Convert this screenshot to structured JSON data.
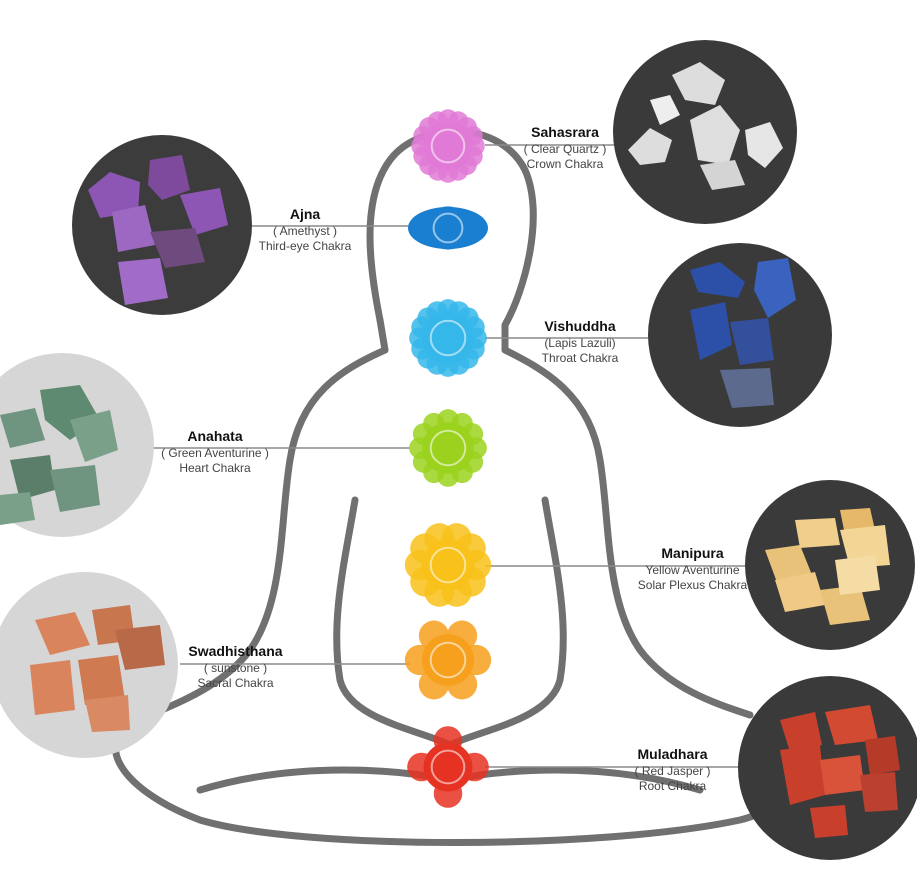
{
  "chakras": [
    {
      "id": "sahasrara",
      "name": "Sahasrara",
      "stone": "( Clear Quartz )",
      "title": "Crown Chakra",
      "color": "#e07ad6",
      "stone_color": "#e6e6e6"
    },
    {
      "id": "ajna",
      "name": "Ajna",
      "stone": "( Amethyst )",
      "title": "Third-eye Chakra",
      "color": "#1a7fd1",
      "stone_color": "#8d56b5"
    },
    {
      "id": "vishuddha",
      "name": "Vishuddha",
      "stone": "(Lapis Lazuli)",
      "title": "Throat Chakra",
      "color": "#35b7ea",
      "stone_color": "#2c4fa8"
    },
    {
      "id": "anahata",
      "name": "Anahata",
      "stone": "( Green Aventurine )",
      "title": "Heart Chakra",
      "color": "#9bd21e",
      "stone_color": "#6f9480"
    },
    {
      "id": "manipura",
      "name": "Manipura",
      "stone": "Yellow Aventurine",
      "title": "Solar Plexus Chakra",
      "color": "#f8c21a",
      "stone_color": "#e9c27a"
    },
    {
      "id": "swadhisthana",
      "name": "Swadhisthana",
      "stone": "( sunstone )",
      "title": "Sacral Chakra",
      "color": "#f6a01d",
      "stone_color": "#d9845c"
    },
    {
      "id": "muladhara",
      "name": "Muladhara",
      "stone": "( Red Jasper )",
      "title": "Root Chakra",
      "color": "#e63222",
      "stone_color": "#c8402c"
    }
  ],
  "colors": {
    "outline": "#707070",
    "line": "#8a8a8a",
    "photo_bg": "#3a3a3a",
    "photo_bg_light": "#d6d6d6"
  }
}
